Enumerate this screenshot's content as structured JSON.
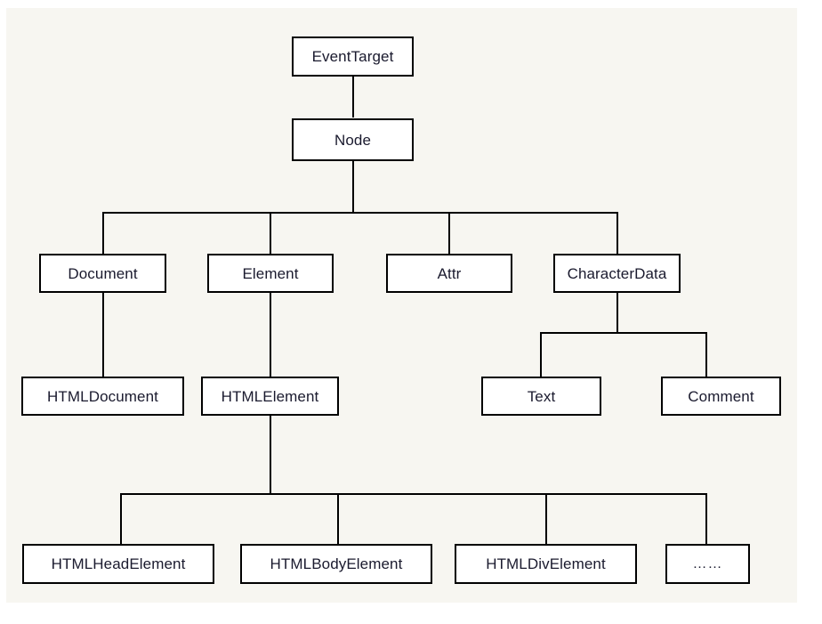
{
  "diagram": {
    "type": "class-hierarchy-tree",
    "background_color": "#f7f6f1",
    "box_fill_color": "#ffffff",
    "box_border_color": "#000000",
    "text_color": "#1a1a2e",
    "nodes": [
      {
        "id": "eventtarget",
        "label": "EventTarget",
        "level": 0,
        "parent": null
      },
      {
        "id": "node",
        "label": "Node",
        "level": 1,
        "parent": "eventtarget"
      },
      {
        "id": "document",
        "label": "Document",
        "level": 2,
        "parent": "node"
      },
      {
        "id": "element",
        "label": "Element",
        "level": 2,
        "parent": "node"
      },
      {
        "id": "attr",
        "label": "Attr",
        "level": 2,
        "parent": "node"
      },
      {
        "id": "characterdata",
        "label": "CharacterData",
        "level": 2,
        "parent": "node"
      },
      {
        "id": "htmldocument",
        "label": "HTMLDocument",
        "level": 3,
        "parent": "document"
      },
      {
        "id": "htmlelement",
        "label": "HTMLElement",
        "level": 3,
        "parent": "element"
      },
      {
        "id": "text",
        "label": "Text",
        "level": 3,
        "parent": "characterdata"
      },
      {
        "id": "comment",
        "label": "Comment",
        "level": 3,
        "parent": "characterdata"
      },
      {
        "id": "htmlheadelement",
        "label": "HTMLHeadElement",
        "level": 4,
        "parent": "htmlelement"
      },
      {
        "id": "htmlbodyelement",
        "label": "HTMLBodyElement",
        "level": 4,
        "parent": "htmlelement"
      },
      {
        "id": "htmldivelement",
        "label": "HTMLDivElement",
        "level": 4,
        "parent": "htmlelement"
      },
      {
        "id": "more",
        "label": "……",
        "level": 4,
        "parent": "htmlelement"
      }
    ]
  }
}
